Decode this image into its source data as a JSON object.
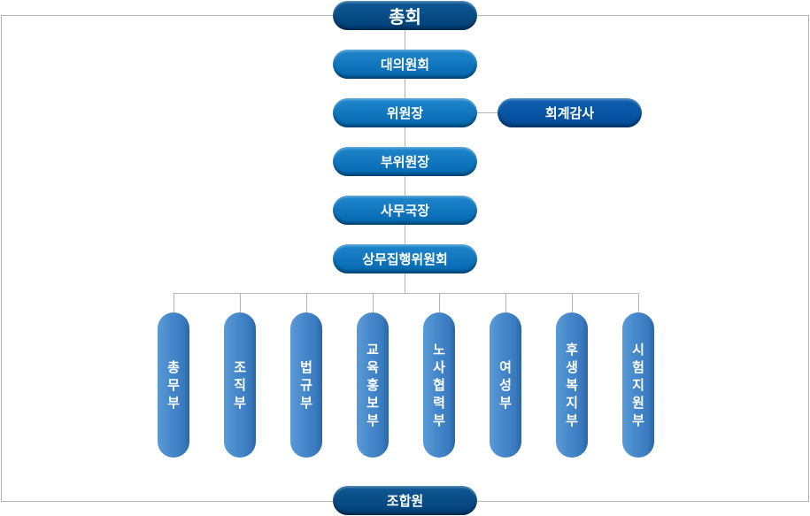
{
  "chart": {
    "top": "총회",
    "levels": [
      "대의원회",
      "위원장",
      "부위원장",
      "사무국장",
      "상무집행위원회"
    ],
    "audit": "회계감사",
    "departments": [
      "총무부",
      "조직부",
      "법규부",
      "교육홍보부",
      "노사협력부",
      "여성부",
      "후생복지부",
      "시험지원부"
    ],
    "bottom": "조합원"
  },
  "colors": {
    "dark": "#034a82",
    "mid": "#0a74bd",
    "audit": "#0455a3",
    "department": "#4689cb",
    "line": "#b5b5b5"
  }
}
